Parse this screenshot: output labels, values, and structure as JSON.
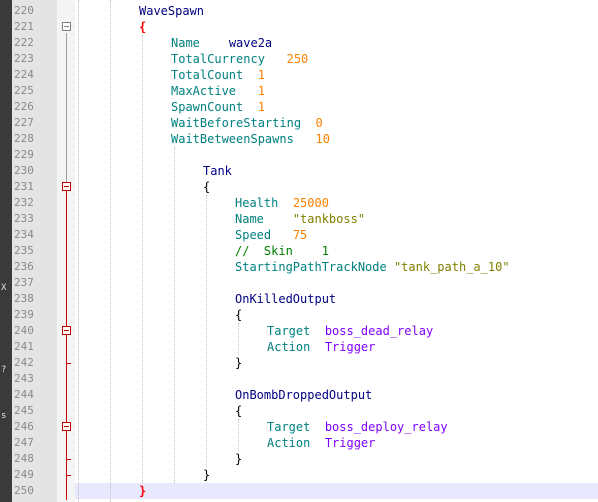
{
  "editor": {
    "line_numbers": [
      "220",
      "221",
      "222",
      "223",
      "224",
      "225",
      "226",
      "227",
      "228",
      "229",
      "230",
      "231",
      "232",
      "233",
      "234",
      "235",
      "236",
      "237",
      "238",
      "239",
      "240",
      "241",
      "242",
      "243",
      "244",
      "245",
      "246",
      "247",
      "248",
      "249",
      "250"
    ],
    "left_strip_chars": [
      "X",
      "?",
      "s"
    ],
    "code": {
      "l220": "WaveSpawn",
      "l221": "{",
      "l222_key": "Name",
      "l222_val": "wave2a",
      "l223_key": "TotalCurrency",
      "l223_val": "250",
      "l224_key": "TotalCount",
      "l224_val": "1",
      "l225_key": "MaxActive",
      "l225_val": "1",
      "l226_key": "SpawnCount",
      "l226_val": "1",
      "l227_key": "WaitBeforeStarting",
      "l227_val": "0",
      "l228_key": "WaitBetweenSpawns",
      "l228_val": "10",
      "l230": "Tank",
      "l231": "{",
      "l232_key": "Health",
      "l232_val": "25000",
      "l233_key": "Name",
      "l233_val": "\"tankboss\"",
      "l234_key": "Speed",
      "l234_val": "75",
      "l235": "//  Skin    1",
      "l236_key": "StartingPathTrackNode",
      "l236_val": "\"tank_path_a_10\"",
      "l238": "OnKilledOutput",
      "l239": "{",
      "l240_key": "Target",
      "l240_val": "boss_dead_relay",
      "l241_key": "Action",
      "l241_val": "Trigger",
      "l242": "}",
      "l244": "OnBombDroppedOutput",
      "l245": "{",
      "l246_key": "Target",
      "l246_val": "boss_deploy_relay",
      "l247_key": "Action",
      "l247_val": "Trigger",
      "l248": "}",
      "l249": "}",
      "l250": "}"
    }
  }
}
